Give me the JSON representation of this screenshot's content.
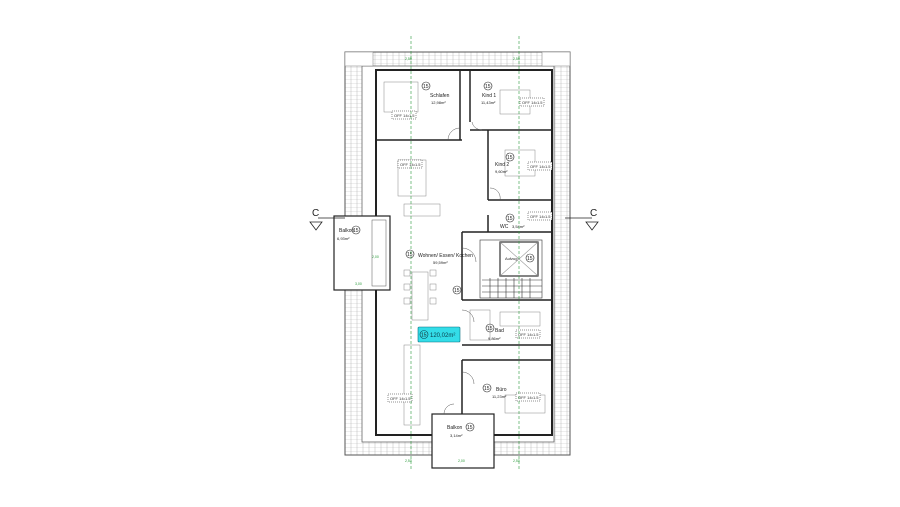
{
  "rooms": {
    "schlafen": {
      "name": "Schlafen",
      "area": "12,98m²",
      "tag": "OFF 14•1.5"
    },
    "kind1": {
      "name": "Kind 1",
      "area": "11,43m²",
      "tag": "OFF 14•1.5"
    },
    "kind2": {
      "name": "Kind 2",
      "area": "9,60m²",
      "tag": "OFF 14•1.5"
    },
    "wc": {
      "name": "WC",
      "area": "3,54m²",
      "tag": "OFF 14•1.5"
    },
    "wohnen": {
      "name": "Wohnen/ Essen/ Kochen",
      "area": "59,59m²",
      "tag": "OFF 14•1.5"
    },
    "bad": {
      "name": "Bad",
      "area": "9,86m²",
      "tag": "OFF 14•1.5"
    },
    "buero": {
      "name": "Büro",
      "area": "11,23m²",
      "tag": "OFF 14•1.5"
    },
    "balkon_w": {
      "name": "Balkon",
      "area": "6,93m²"
    },
    "balkon_s": {
      "name": "Balkon",
      "area": "3,14m²"
    },
    "aufzug": {
      "name": "Aufzug"
    }
  },
  "level_marker": "15",
  "total_area": "120,02m²",
  "section": {
    "left": "C",
    "right": "C"
  },
  "dims": {
    "top_left": "2,50",
    "top_right": "2,50",
    "bottom_left": "2,50",
    "bottom_right": "2,50",
    "balkon_w": "3,00",
    "balkon_w_side": "2,00",
    "balkon_s": "2,00"
  },
  "colors": {
    "total_fill": "#33dde8",
    "axis_green": "#2a9a3a"
  }
}
